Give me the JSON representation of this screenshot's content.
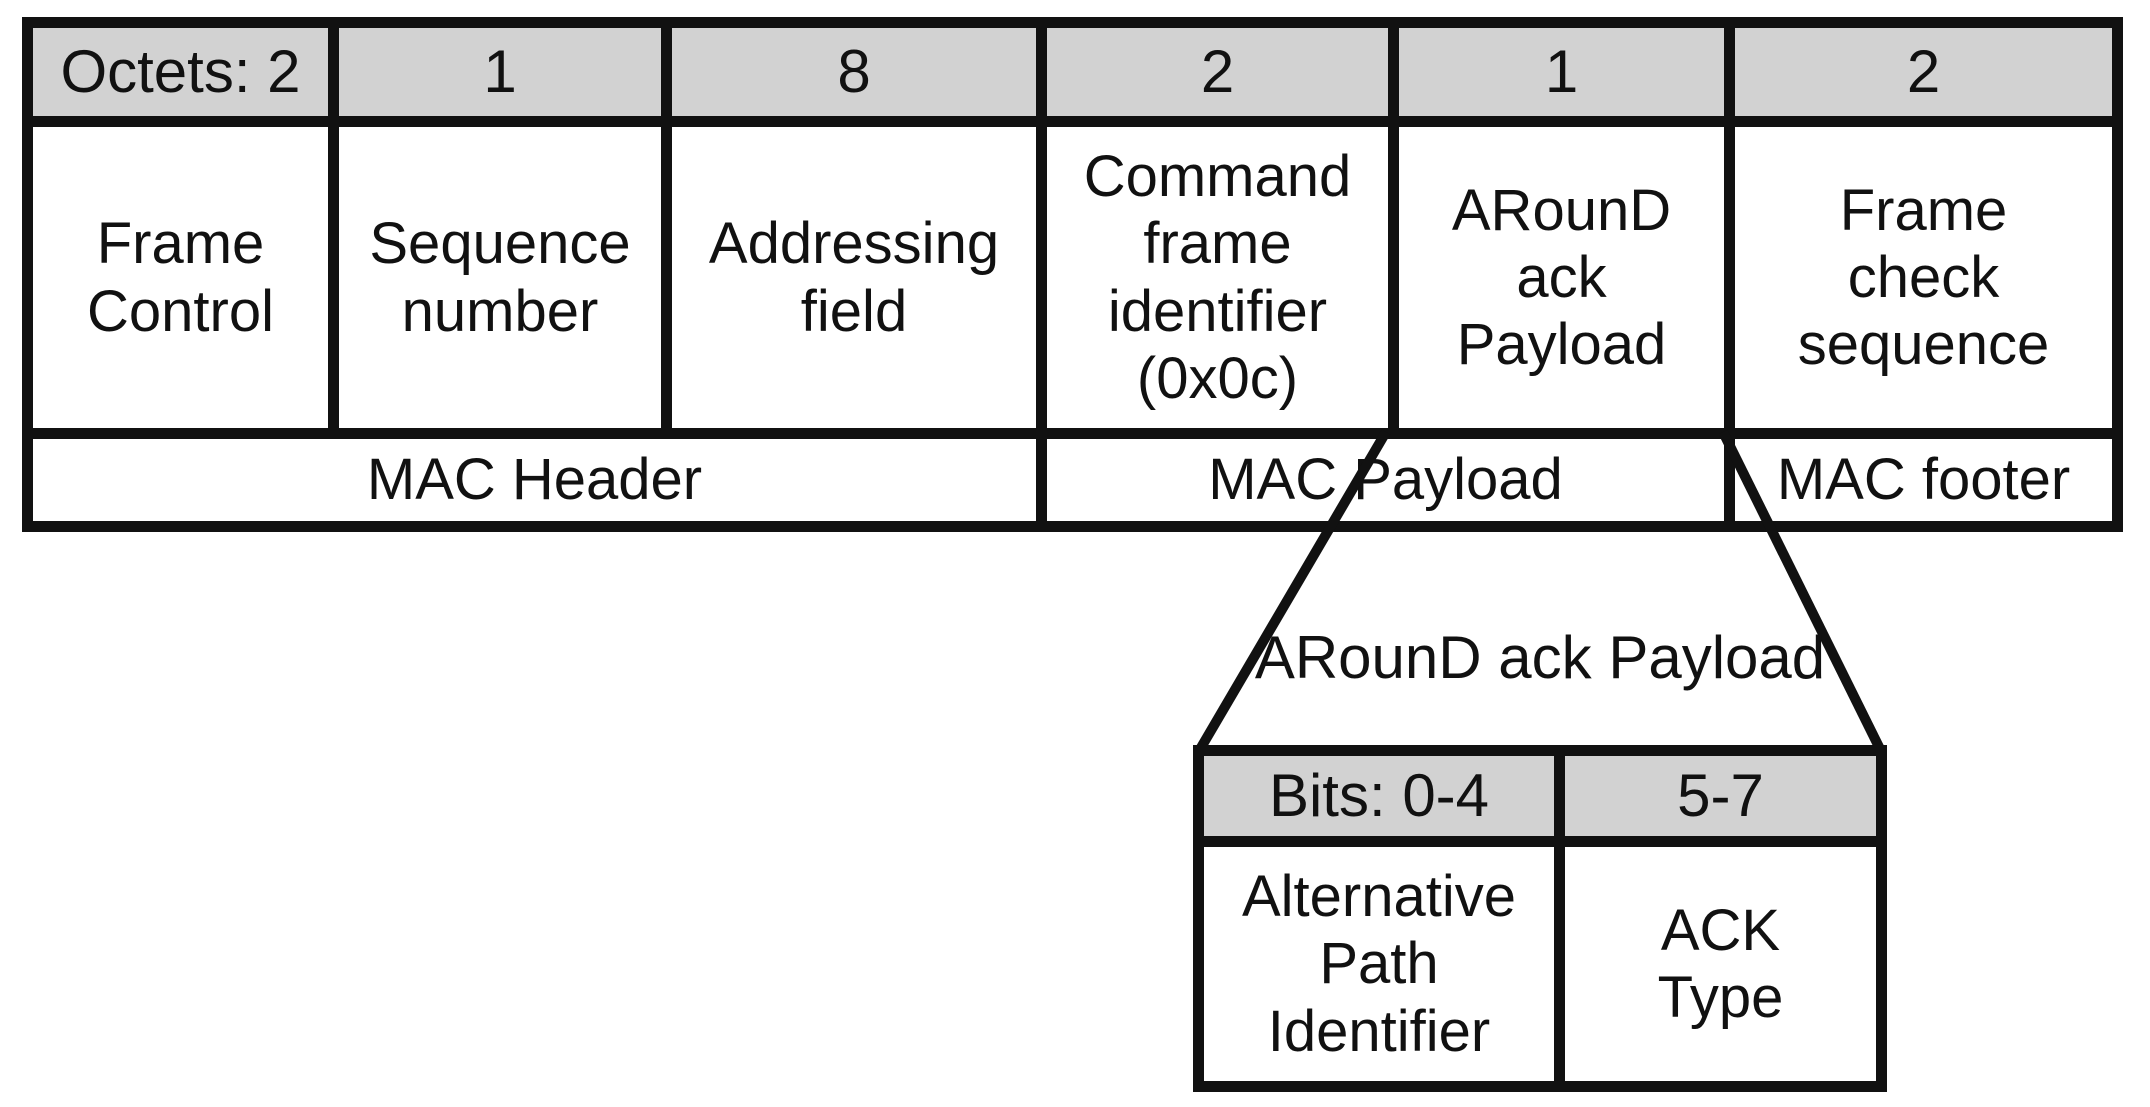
{
  "main_table": {
    "octets": [
      "Octets: 2",
      "1",
      "8",
      "2",
      "1",
      "2"
    ],
    "fields": [
      "Frame Control",
      "Sequence number",
      "Addressing field",
      "Command frame identifier (0x0c)",
      "ARounD ack Payload",
      "Frame check sequence"
    ],
    "sections": [
      "MAC Header",
      "MAC Payload",
      "MAC footer"
    ]
  },
  "callout": {
    "label": "ARounD ack Payload"
  },
  "sub_table": {
    "bits": [
      "Bits: 0-4",
      "5-7"
    ],
    "fields": [
      "Alternative Path Identifier",
      "ACK Type"
    ]
  },
  "colors": {
    "header_fill": "#d2d2d2",
    "line": "#111111",
    "background": "#ffffff"
  }
}
